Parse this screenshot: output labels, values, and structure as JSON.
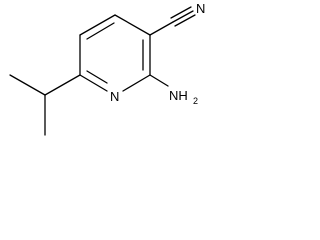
{
  "molecule": {
    "atoms": {
      "ring_nitrogen": "N",
      "nitrile_nitrogen": "N",
      "amino_group": "NH",
      "amino_subscript": "2"
    }
  }
}
